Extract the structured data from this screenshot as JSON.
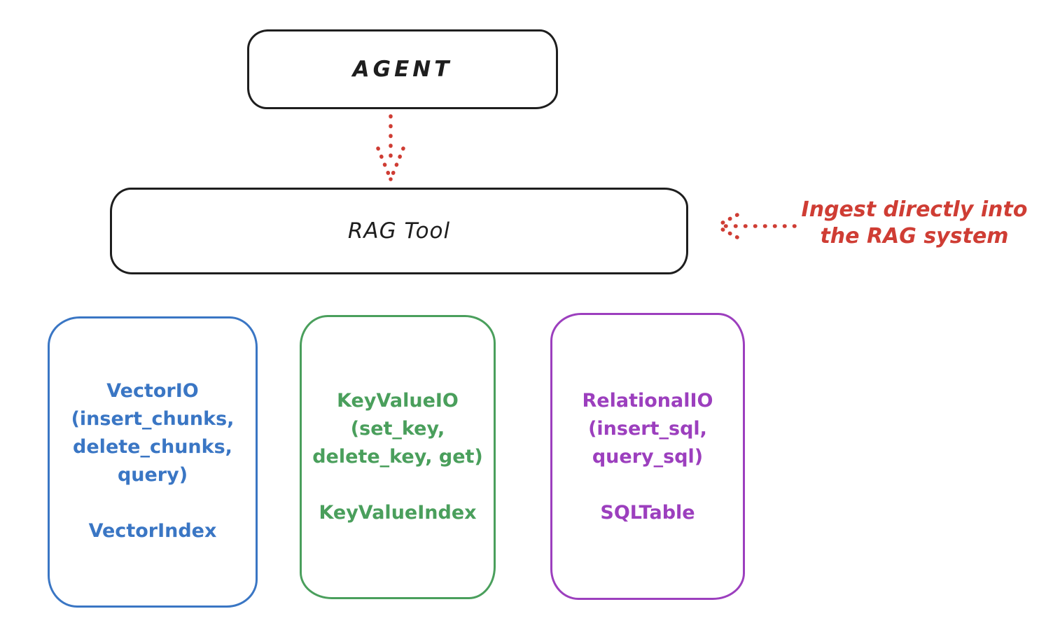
{
  "diagram": {
    "agent": {
      "label": "AGENT"
    },
    "rag_tool": {
      "label": "RAG Tool"
    },
    "annotation": {
      "line1": "Ingest directly into",
      "line2": "the RAG system"
    },
    "arrows": [
      {
        "name": "agent-to-ragtool-arrow",
        "style": "dotted",
        "direction": "down",
        "color": "#cf3d34"
      },
      {
        "name": "ingest-into-ragtool-arrow",
        "style": "dotted",
        "direction": "left",
        "color": "#cf3d34"
      }
    ],
    "providers": [
      {
        "id": "vector",
        "lines": [
          "VectorIO",
          "(insert_chunks,",
          "delete_chunks,",
          "query)"
        ],
        "index_label": "VectorIndex",
        "color": "#3a76c4"
      },
      {
        "id": "keyvalue",
        "lines": [
          "KeyValueIO",
          "(set_key,",
          "delete_key, get)"
        ],
        "index_label": "KeyValueIndex",
        "color": "#4a9f5c"
      },
      {
        "id": "relational",
        "lines": [
          "RelationalIO",
          "(insert_sql,",
          "query_sql)"
        ],
        "index_label": "SQLTable",
        "color": "#9c3fbe"
      }
    ],
    "colors": {
      "ink": "#1e1e1e",
      "red": "#cf3d34",
      "blue": "#3a76c4",
      "green": "#4a9f5c",
      "purple": "#9c3fbe",
      "background": "#ffffff"
    }
  }
}
